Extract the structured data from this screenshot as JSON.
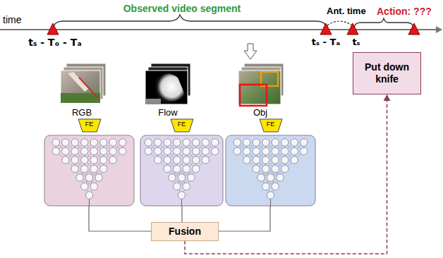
{
  "diagram": {
    "nodes": [
      {
        "text": [
          "FE"
        ]
      },
      {
        "text": [
          "FE"
        ]
      },
      {
        "text": [
          "FE"
        ]
      },
      {
        "text": [
          "Fusion"
        ]
      },
      {
        "text": [
          "Put down knife"
        ]
      }
    ],
    "edges": [
      {
        "from": 3,
        "to": 4,
        "arrow": "to"
      }
    ],
    "labels": [
      "time",
      "Observed video segment",
      "Ant. time",
      "Action: ???",
      "tₛ - Tₒ - Tₐ",
      "tₛ - Tₐ",
      "tₛ",
      "RGB",
      "Flow",
      "Obj"
    ]
  }
}
